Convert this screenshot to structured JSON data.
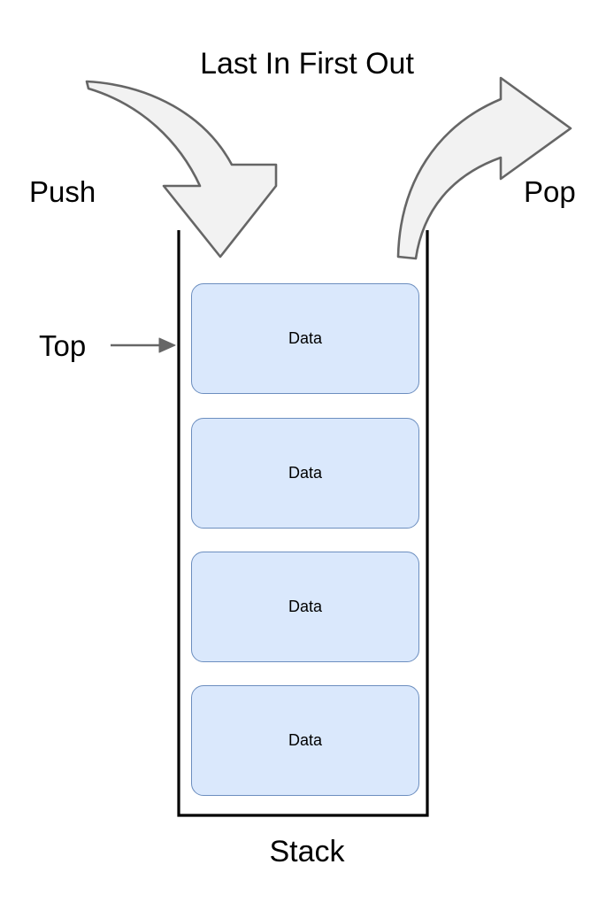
{
  "diagram": {
    "title": "Last In First Out",
    "container_label": "Stack",
    "colors": {
      "cell_fill": "#dae8fc",
      "cell_stroke": "#6c8ebf",
      "arrow_fill": "#f2f2f2",
      "arrow_stroke": "#666666",
      "wall_stroke": "#000000",
      "pointer_stroke": "#666666",
      "text": "#000000"
    },
    "labels": {
      "push": "Push",
      "pop": "Pop",
      "top": "Top"
    },
    "stack": {
      "cells": [
        {
          "text": "Data"
        },
        {
          "text": "Data"
        },
        {
          "text": "Data"
        },
        {
          "text": "Data"
        }
      ]
    },
    "arrows": [
      {
        "name": "push-arrow",
        "direction": "down",
        "label": "Push"
      },
      {
        "name": "pop-arrow",
        "direction": "right",
        "label": "Pop"
      },
      {
        "name": "top-pointer-arrow",
        "direction": "right",
        "label": "Top"
      }
    ]
  }
}
